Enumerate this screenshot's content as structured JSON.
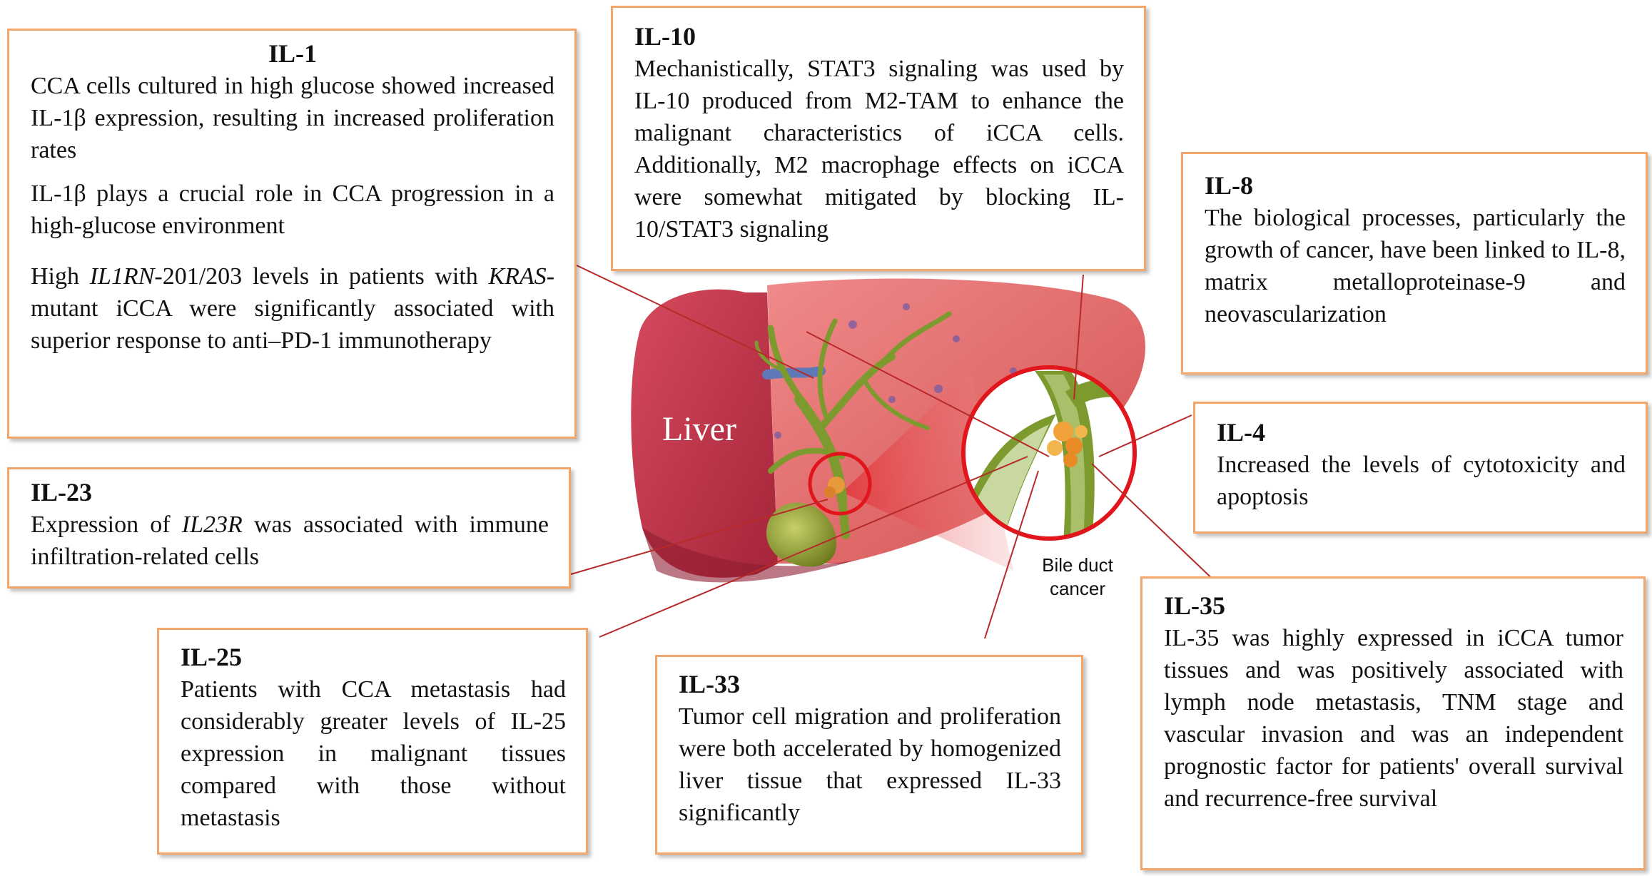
{
  "colors": {
    "box_border": "#f4a56a",
    "connector": "#b82a2a",
    "liver": "#c9384f",
    "bile_duct": "#7d9a2f",
    "highlight_ring": "#e0161c"
  },
  "boxes": {
    "il1": {
      "title": "IL-1",
      "p1": "CCA cells cultured in high glucose showed increased IL-1β expression, resulting in increased proliferation rates",
      "p2": "IL-1β plays a crucial role in CCA progression in a high-glucose environment",
      "p3_pre": "High ",
      "p3_gene1": "IL1RN",
      "p3_mid": "-201/203 levels in patients with ",
      "p3_gene2": "KRAS",
      "p3_post": "-mutant iCCA were significantly associated with superior response to anti–PD-1 immunotherapy"
    },
    "il10": {
      "title": "IL-10",
      "text": "Mechanistically, STAT3 signaling was used by IL-10 produced from M2-TAM to enhance the malignant characteristics of iCCA cells. Additionally, M2 macrophage effects on iCCA were somewhat mitigated by blocking IL-10/STAT3 signaling"
    },
    "il8": {
      "title": "IL-8",
      "text": "The biological processes, particularly the growth of cancer, have been linked to IL-8, matrix metalloproteinase-9 and neovascularization"
    },
    "il4": {
      "title": "IL-4",
      "text": "Increased the levels of cytotoxicity and apoptosis"
    },
    "il23": {
      "title": "IL-23",
      "pre": "Expression of ",
      "gene": "IL23R",
      "post": " was associated with immune infiltration-related cells"
    },
    "il25": {
      "title": "IL-25",
      "text": "Patients with CCA metastasis had considerably greater levels of IL-25 expression in malignant tissues compared with those without metastasis"
    },
    "il33": {
      "title": "IL-33",
      "text": "Tumor cell migration and proliferation were both accelerated by homogenized liver tissue that expressed IL-33 significantly"
    },
    "il35": {
      "title": "IL-35",
      "text": "IL-35 was highly expressed in iCCA tumor tissues and was positively associated with lymph node metastasis, TNM stage and vascular invasion and was an independent prognostic factor for patients' overall survival and recurrence-free survival"
    }
  },
  "labels": {
    "liver": "Liver",
    "bile_duct_cancer": "Bile duct cancer"
  }
}
